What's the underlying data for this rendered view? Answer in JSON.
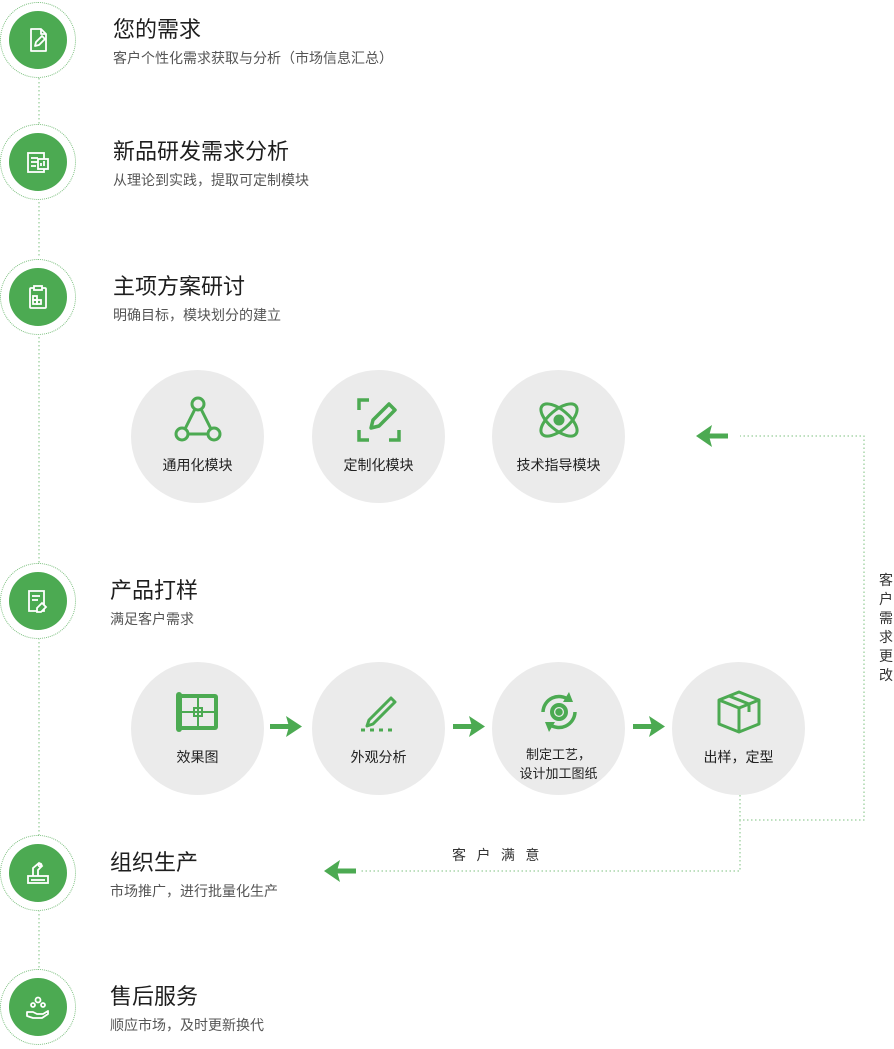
{
  "steps": [
    {
      "title": "您的需求",
      "sub": "客户个性化需求获取与分析（市场信息汇总）",
      "icon": "edit-document-icon"
    },
    {
      "title": "新品研发需求分析",
      "sub": "从理论到实践，提取可定制模块",
      "icon": "chart-report-icon"
    },
    {
      "title": "主项方案研讨",
      "sub": "明确目标，模块划分的建立",
      "icon": "clipboard-blocks-icon"
    },
    {
      "title": "产品打样",
      "sub": "满足客户需求",
      "icon": "document-tag-icon"
    },
    {
      "title": "组织生产",
      "sub": "市场推广，进行批量化生产",
      "icon": "factory-machine-icon"
    },
    {
      "title": "售后服务",
      "sub": "顺应市场，及时更新换代",
      "icon": "hand-service-icon"
    }
  ],
  "modules": [
    {
      "label": "通用化模块",
      "icon": "network-nodes-icon"
    },
    {
      "label": "定制化模块",
      "icon": "frame-pencil-icon"
    },
    {
      "label": "技术指导模块",
      "icon": "atom-icon"
    }
  ],
  "samples": [
    {
      "label": "效果图",
      "icon": "blueprint-map-icon"
    },
    {
      "label": "外观分析",
      "icon": "pen-draw-icon"
    },
    {
      "label": "制定工艺，\n设计加工图纸",
      "icon": "gear-cycle-icon"
    },
    {
      "label": "出样，定型",
      "icon": "package-box-icon"
    }
  ],
  "feedback": {
    "change_label": "客户需求更改",
    "satisfied_label": "客 户 满 意"
  },
  "colors": {
    "accent": "#4caa52",
    "circle_bg": "#ebebeb",
    "dotted_line": "#7cc07f"
  }
}
